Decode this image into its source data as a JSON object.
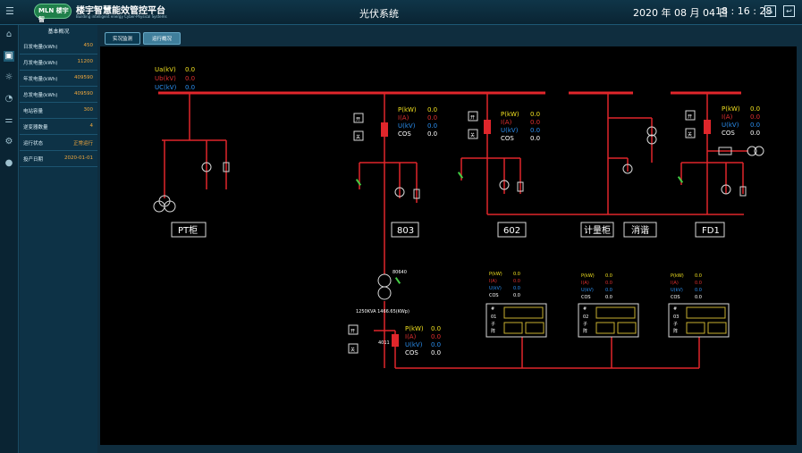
{
  "header": {
    "logo_text": "MLN 楼宇智",
    "title": "楼宇智慧能效管控平台",
    "subtitle": "Building intelligent energy Cyber-Physical Systems",
    "page_title": "光伏系统",
    "date": "2020 年 08 月 04 日",
    "time": "18 : 16 : 28",
    "btn1": "⌂",
    "btn2": "↩"
  },
  "sidebar": {
    "icons": [
      "home-icon",
      "monitor-icon",
      "alarm-icon",
      "pie-chart-icon",
      "settings-sliders-icon",
      "gear-icon",
      "user-icon"
    ]
  },
  "panel": {
    "title": "基本概况",
    "rows": [
      {
        "label": "日发电量(kWh)",
        "value": "450"
      },
      {
        "label": "月发电量(kWh)",
        "value": "11200"
      },
      {
        "label": "年发电量(kWh)",
        "value": "409590"
      },
      {
        "label": "总发电量(kWh)",
        "value": "409590"
      },
      {
        "label": "电站容量",
        "value": "300"
      },
      {
        "label": "逆变器数量",
        "value": "4"
      },
      {
        "label": "运行状态",
        "value": "正常运行"
      },
      {
        "label": "投产日期",
        "value": "2020-01-01"
      }
    ]
  },
  "tabs": {
    "tab1": "实况监测",
    "tab2": "运行概况"
  },
  "diagram": {
    "ua_label": "Ua(kV)",
    "ua_value": "0.0",
    "ub_label": "Ub(kV)",
    "ub_value": "0.0",
    "uc_label": "UC(kV)",
    "uc_value": "0.0",
    "p_label": "P(kW)",
    "i_label": "I(A)",
    "u_label": "U(kV)",
    "cos_label": "COS",
    "zero": "0.0",
    "open_label": "开",
    "close_label": "关",
    "cabinets": [
      "PT柜",
      "803",
      "602",
      "计量柜",
      "消谐",
      "FD1"
    ],
    "transformer_label": "80640",
    "transformer_rating": "1250KVA  1466.65(KWp)",
    "breaker_4011": "4011",
    "inverters": [
      {
        "hash": "#",
        "num": "01",
        "line1": "子",
        "line2": "阵"
      },
      {
        "hash": "#",
        "num": "02",
        "line1": "子",
        "line2": "阵"
      },
      {
        "hash": "#",
        "num": "03",
        "line1": "子",
        "line2": "阵"
      }
    ]
  },
  "colors": {
    "accent": "#f3a83b",
    "bus": "#e0262b",
    "p": "#f0e020",
    "i": "#e03030",
    "u": "#2b8ff0",
    "cos": "#ffffff"
  }
}
